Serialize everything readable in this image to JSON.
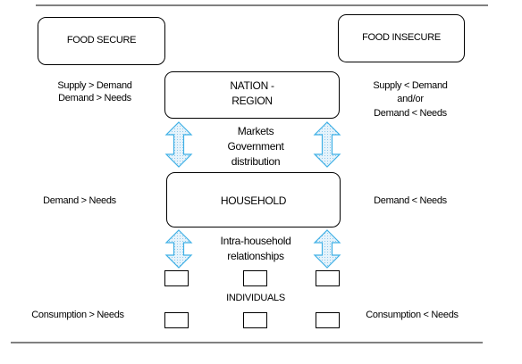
{
  "food_secure": "FOOD SECURE",
  "food_insecure": "FOOD INSECURE",
  "nation_region": {
    "line1": "NATION -",
    "line2": "REGION"
  },
  "household": "HOUSEHOLD",
  "individuals": "INDIVIDUALS",
  "markets": {
    "line1": "Markets",
    "line2": "Government",
    "line3": "distribution"
  },
  "intra_household": {
    "line1": "Intra-household",
    "line2": "relationships"
  },
  "secure_side": {
    "nation": {
      "line1": "Supply > Demand",
      "line2": "Demand > Needs"
    },
    "household": "Demand > Needs",
    "individuals": "Consumption > Needs"
  },
  "insecure_side": {
    "nation": {
      "line1": "Supply < Demand",
      "line2": "and/or",
      "line3": "Demand < Needs"
    },
    "household": "Demand < Needs",
    "individuals": "Consumption < Needs"
  },
  "colors": {
    "arrow_fill": "#d9ecf7",
    "arrow_stroke": "#3fb0e6",
    "line": "#000000"
  }
}
